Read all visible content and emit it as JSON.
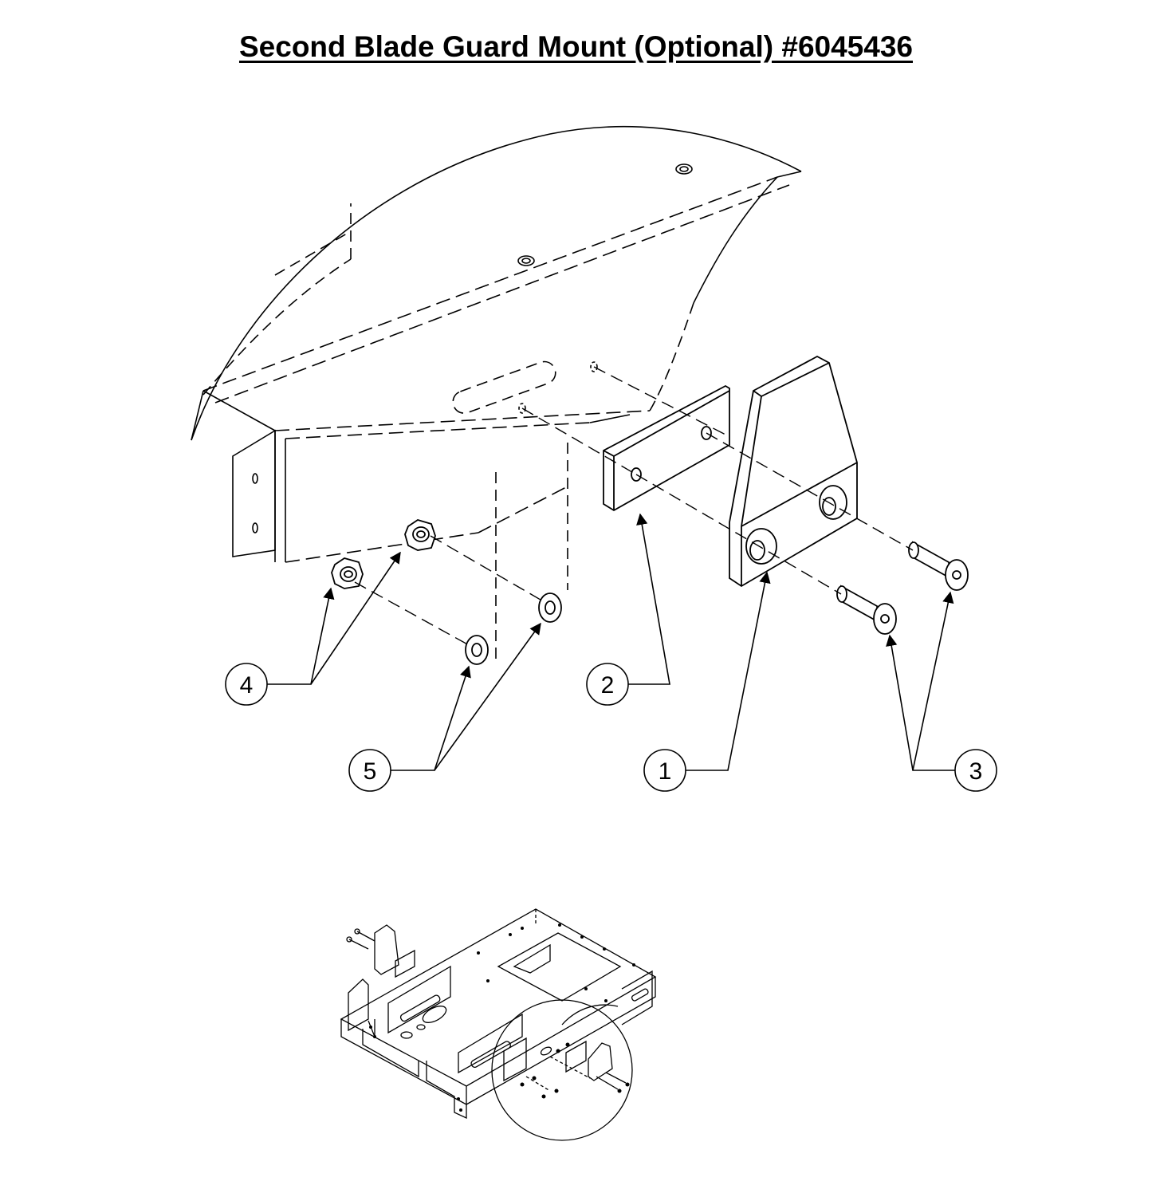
{
  "title": "Second Blade Guard Mount (Optional) #6045436",
  "callouts": [
    "1",
    "2",
    "3",
    "4",
    "5"
  ],
  "colors": {
    "ink": "#000000",
    "paper": "#ffffff"
  }
}
